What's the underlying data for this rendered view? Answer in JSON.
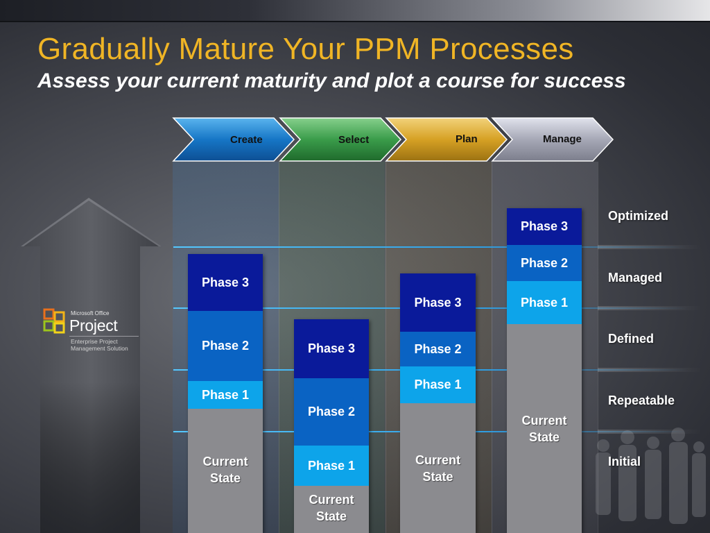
{
  "title": "Gradually Mature Your PPM Processes",
  "subtitle": "Assess your current maturity and plot a course for success",
  "stages": [
    {
      "label": "Create",
      "color": "#1676c6"
    },
    {
      "label": "Select",
      "color": "#3a9c4a"
    },
    {
      "label": "Plan",
      "color": "#d6a124"
    },
    {
      "label": "Manage",
      "color": "#a6a8b6"
    }
  ],
  "levels": [
    "Optimized",
    "Managed",
    "Defined",
    "Repeatable",
    "Initial"
  ],
  "segments": {
    "phase3": "Phase 3",
    "phase2": "Phase 2",
    "phase1": "Phase 1",
    "current_line1": "Current",
    "current_line2": "State"
  },
  "logo": {
    "brand": "Microsoft Office",
    "product": "Project",
    "tagline1": "Enterprise Project",
    "tagline2": "Management Solution"
  },
  "colors": {
    "title": "#f0b525",
    "phase3": "#0a1a9a",
    "phase2": "#0a63c3",
    "phase1": "#0da4ea",
    "current_state": "#8b8b8f",
    "level_line": "#2f9fe4"
  }
}
